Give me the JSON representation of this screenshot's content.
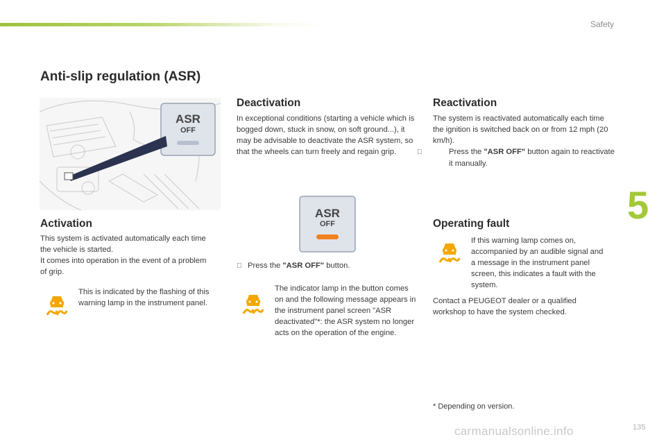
{
  "header": {
    "section": "Safety",
    "chapter": "5"
  },
  "title": "Anti-slip regulation (ASR)",
  "activation": {
    "heading": "Activation",
    "intro": "This system is activated automatically each time the vehicle is started.",
    "intro2": "It comes into operation in the event of a problem of grip.",
    "lamp_note": "This is indicated by the flashing of this warning lamp in the instrument panel."
  },
  "deactivation": {
    "heading": "Deactivation",
    "body": "In exceptional conditions (starting a vehicle which is bogged down, stuck in snow, on soft ground...), it may be advisable to deactivate the ASR system, so that the wheels can turn freely and regain grip.",
    "step_prefix": "Press the ",
    "step_button": "\"ASR OFF\"",
    "step_suffix": " button.",
    "indicator_note": "The indicator lamp in the button comes on and the following message appears in the instrument panel screen \"ASR deactivated\"*: the ASR system no longer acts on the operation of the engine."
  },
  "reactivation": {
    "heading": "Reactivation",
    "body": "The system is reactivated automatically each time the ignition is switched back on or from 12 mph (20 km/h).",
    "step_prefix": "Press the ",
    "step_button": "\"ASR OFF\"",
    "step_suffix": " button again to reactivate it manually."
  },
  "fault": {
    "heading": "Operating fault",
    "lamp_note": "If this warning lamp comes on, accompanied by an audible signal and a message in the instrument panel screen, this indicates a fault with the system.",
    "contact": "Contact a PEUGEOT dealer or a qualified workshop to have the system checked."
  },
  "button_labels": {
    "line1": "ASR",
    "line2": "OFF"
  },
  "step_glyph": "",
  "footnote": "* Depending on version.",
  "page_number": "135",
  "watermark": "carmanualsonline.info",
  "colors": {
    "accent_green": "#a3c93a",
    "warning_amber": "#f4a700"
  },
  "icons": [
    "traction-warning-icon",
    "asr-off-button",
    "dashboard-illustration"
  ]
}
